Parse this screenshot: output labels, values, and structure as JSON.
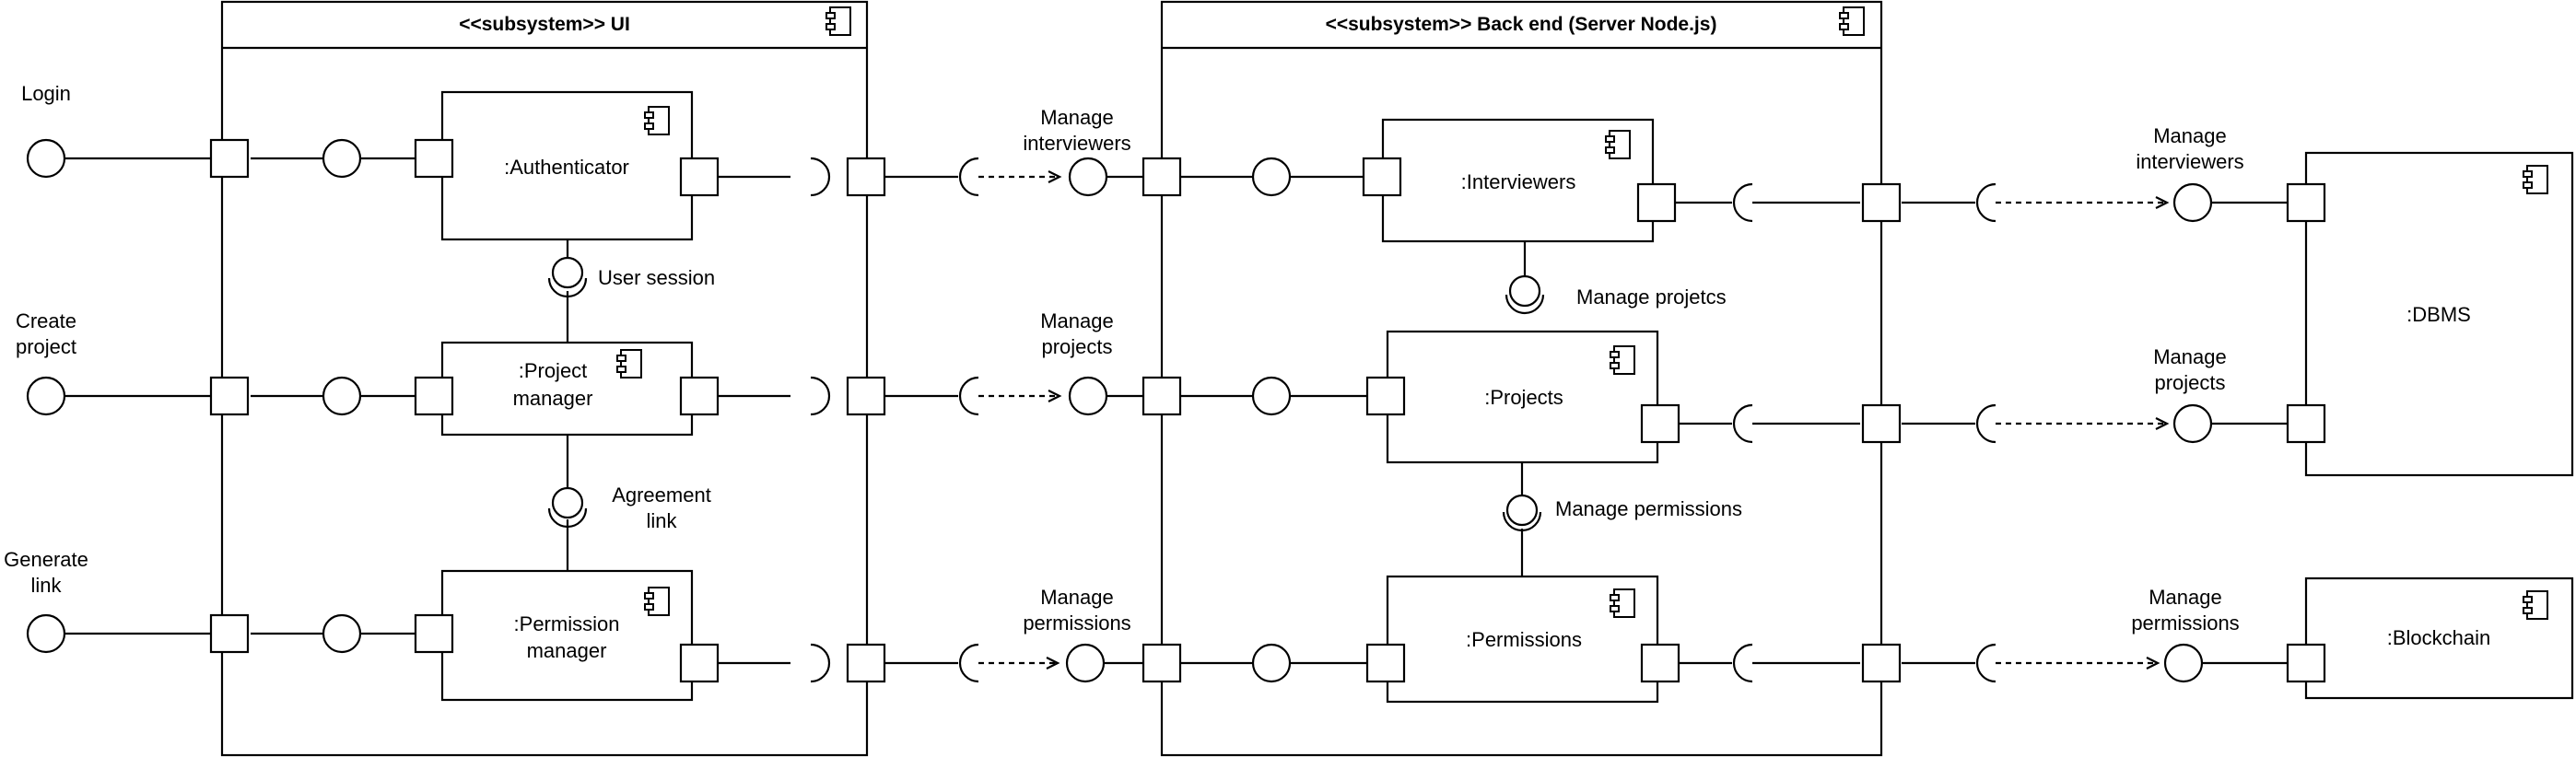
{
  "subsystems": {
    "ui": {
      "title": "<<subsystem>> UI"
    },
    "backend": {
      "title": "<<subsystem>> Back end (Server Node.js)"
    }
  },
  "external_ports": {
    "login": [
      "Login"
    ],
    "create_project": [
      "Create",
      "project"
    ],
    "generate_link": [
      "Generate",
      "link"
    ]
  },
  "components": {
    "authenticator": [
      ":Authenticator"
    ],
    "project_manager": [
      ":Project",
      "manager"
    ],
    "permission_manager": [
      ":Permission",
      "manager"
    ],
    "interviewers": [
      ":Interviewers"
    ],
    "projects": [
      ":Projects"
    ],
    "permissions": [
      ":Permissions"
    ],
    "dbms": [
      ":DBMS"
    ],
    "blockchain": [
      ":Blockchain"
    ]
  },
  "interfaces": {
    "user_session": [
      "User session"
    ],
    "agreement_link": [
      "Agreement",
      "link"
    ],
    "manage_projetcs": [
      "Manage projetcs"
    ],
    "manage_permissions_internal": [
      "Manage permissions"
    ],
    "ui_manage_interviewers": [
      "Manage",
      "interviewers"
    ],
    "ui_manage_projects": [
      "Manage",
      "projects"
    ],
    "ui_manage_permissions": [
      "Manage",
      "permissions"
    ],
    "db_manage_interviewers": [
      "Manage",
      "interviewers"
    ],
    "db_manage_projects": [
      "Manage",
      "projects"
    ],
    "bc_manage_permissions": [
      "Manage",
      "permissions"
    ]
  }
}
